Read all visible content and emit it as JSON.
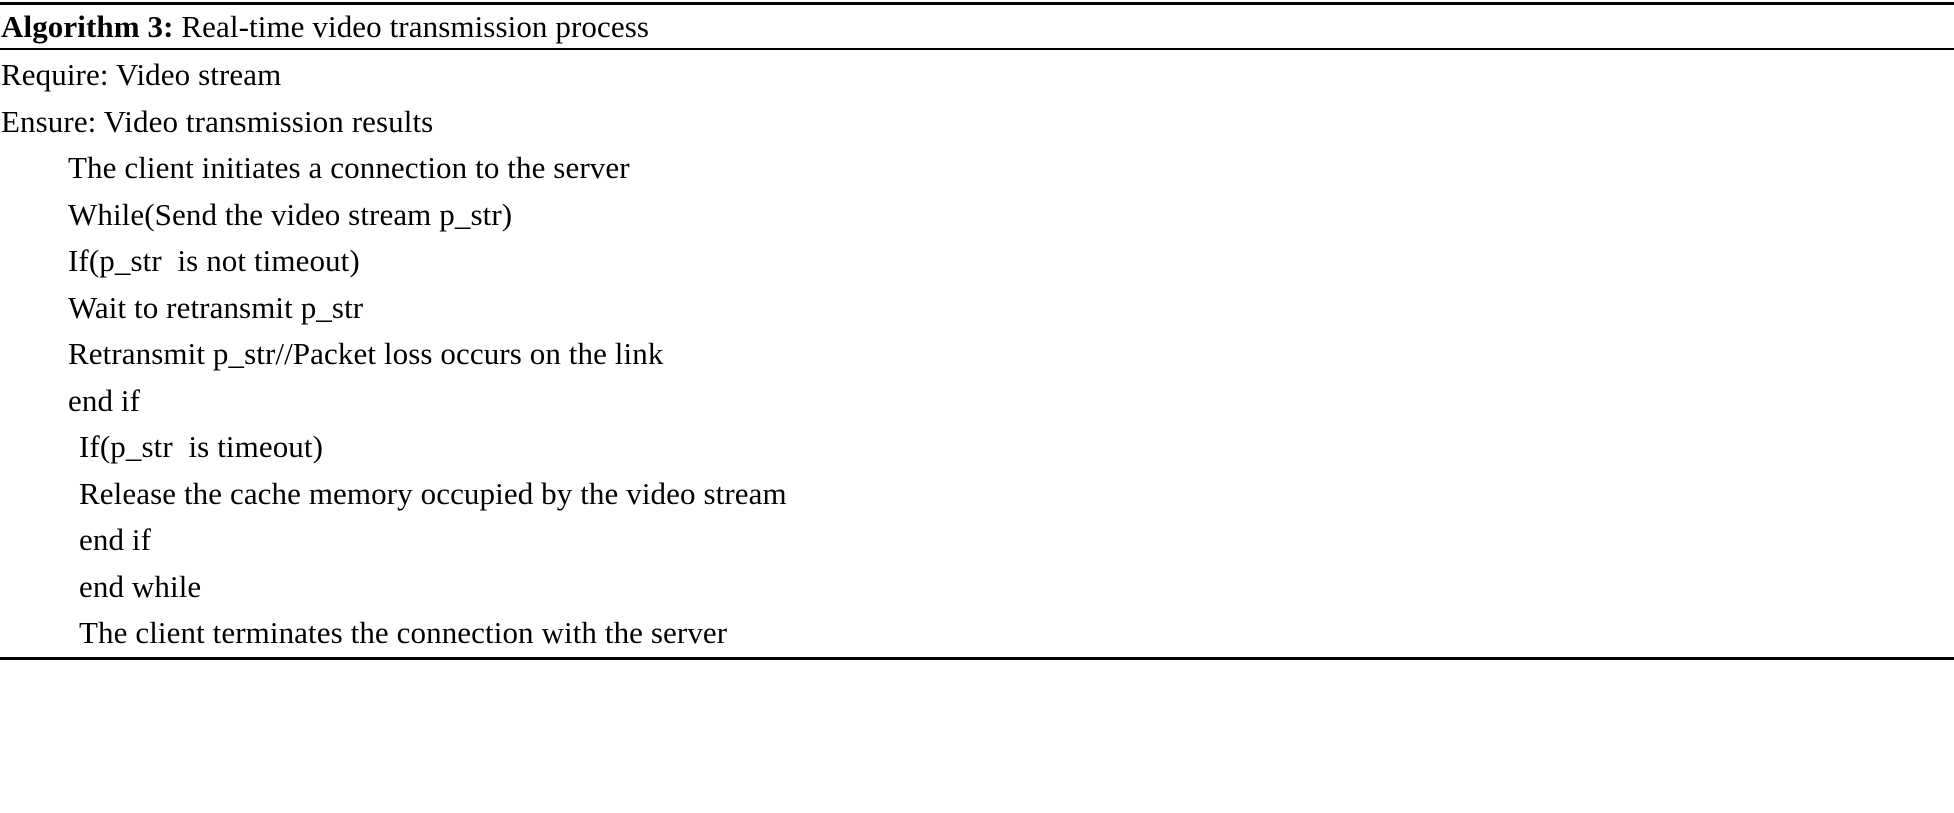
{
  "figure": {
    "kind": "algorithm-pseudocode-block",
    "title_label": "Algorithm 3:",
    "title_text": " Real-time video transmission process",
    "rule_color": "#000000",
    "text_color": "#000000",
    "background_color": "#ffffff"
  },
  "lines": [
    {
      "text": "Require: Video stream",
      "indent": 0
    },
    {
      "text": "Ensure: Video transmission results",
      "indent": 0
    },
    {
      "text": "The client initiates a connection to the server",
      "indent": 1
    },
    {
      "text": "While(Send the video stream p_str)",
      "indent": 1
    },
    {
      "text": "If(p_str  is not timeout)",
      "indent": 1
    },
    {
      "text": "Wait to retransmit p_str",
      "indent": 1
    },
    {
      "text": "Retransmit p_str//Packet loss occurs on the link",
      "indent": 1
    },
    {
      "text": "end if",
      "indent": 1
    },
    {
      "text": "If(p_str  is timeout)",
      "indent": 2
    },
    {
      "text": "Release the cache memory occupied by the video stream",
      "indent": 2
    },
    {
      "text": "end if",
      "indent": 2
    },
    {
      "text": "end while",
      "indent": 2
    },
    {
      "text": "The client terminates the connection with the server",
      "indent": 2
    }
  ]
}
